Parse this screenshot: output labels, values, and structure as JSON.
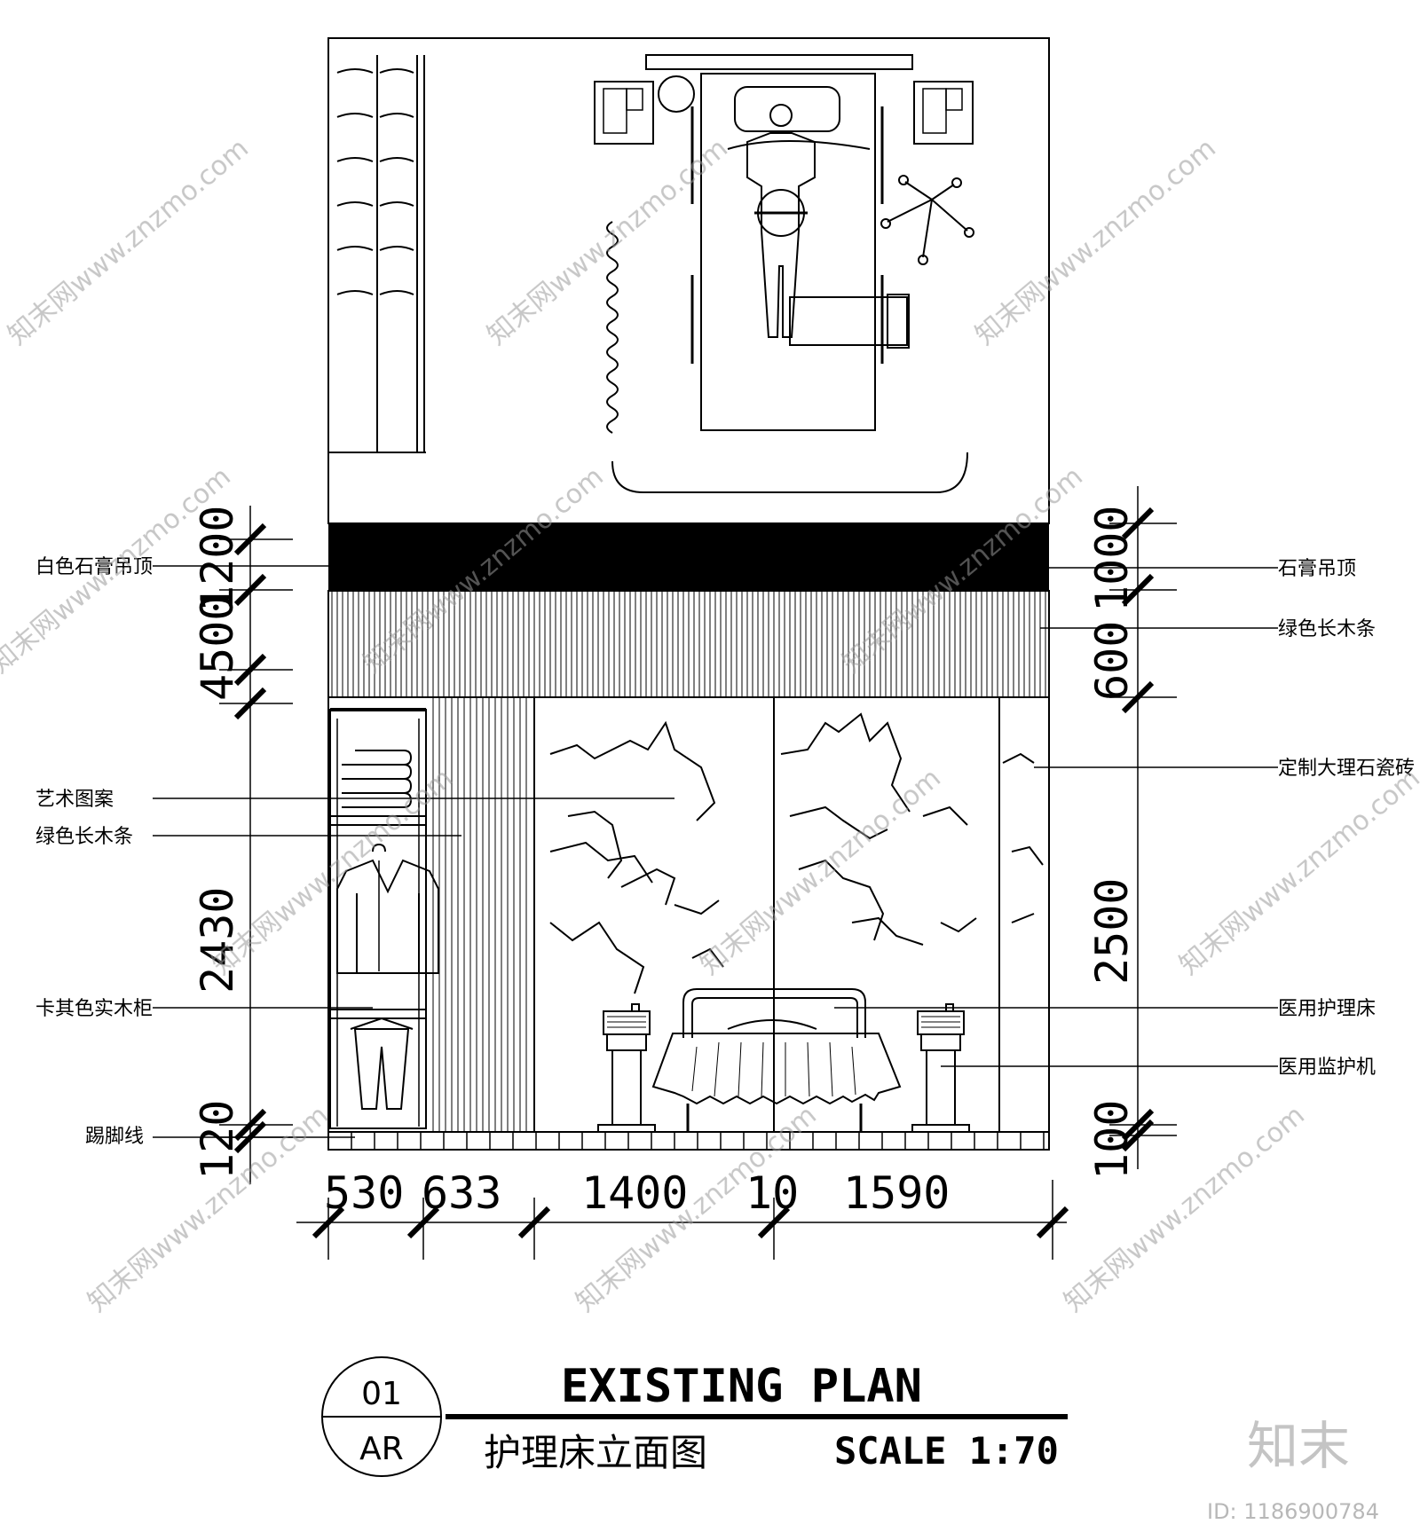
{
  "plan": {
    "material_labels_left": [
      {
        "key": "ceiling",
        "text": "白色石膏吊顶"
      },
      {
        "key": "art",
        "text": "艺术图案"
      },
      {
        "key": "wood",
        "text": "绿色长木条"
      },
      {
        "key": "cabinet",
        "text": "卡其色实木柜"
      },
      {
        "key": "skirting",
        "text": "踢脚线"
      }
    ],
    "material_labels_right": [
      {
        "key": "ceiling",
        "text": "石膏吊顶"
      },
      {
        "key": "wood",
        "text": "绿色长木条"
      },
      {
        "key": "marble",
        "text": "定制大理石瓷砖"
      },
      {
        "key": "bed",
        "text": "医用护理床"
      },
      {
        "key": "monitor",
        "text": "医用监护机"
      }
    ],
    "dimensions_bottom": [
      "530",
      "633",
      "1400",
      "10",
      "1590"
    ],
    "dimensions_left": [
      "1200",
      "4500",
      "2430",
      "120"
    ],
    "dimensions_right": [
      "1000",
      "600",
      "2500",
      "100"
    ]
  },
  "title_block": {
    "number": "01",
    "sheet_code": "AR",
    "title": "EXISTING PLAN",
    "subtitle": "护理床立面图",
    "scale": "SCALE 1:70"
  },
  "watermark": {
    "repeated_text": "知末网www.znzmo.com",
    "brand": "知末",
    "id_text": "ID: 1186900784"
  }
}
